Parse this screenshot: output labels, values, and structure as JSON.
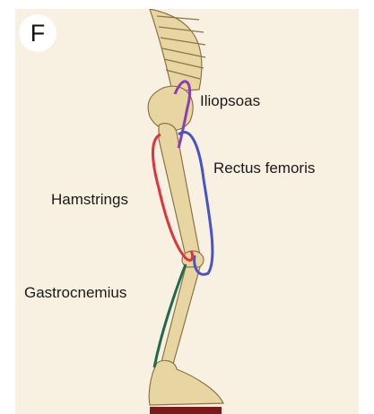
{
  "panel_letter": "F",
  "labels": {
    "iliopsoas": "Iliopsoas",
    "rectus_femoris": "Rectus femoris",
    "hamstrings": "Hamstrings",
    "gastrocnemius": "Gastrocnemius"
  },
  "colors": {
    "background": "#f8f1e1",
    "bone": "#e8d6a2",
    "bone_outline": "#8a7448",
    "iliopsoas": "#8a3fb0",
    "rectus_femoris": "#4a52c8",
    "hamstrings": "#e0343c",
    "gastrocnemius": "#1e6a4a",
    "floor": "#7a1a1a"
  }
}
